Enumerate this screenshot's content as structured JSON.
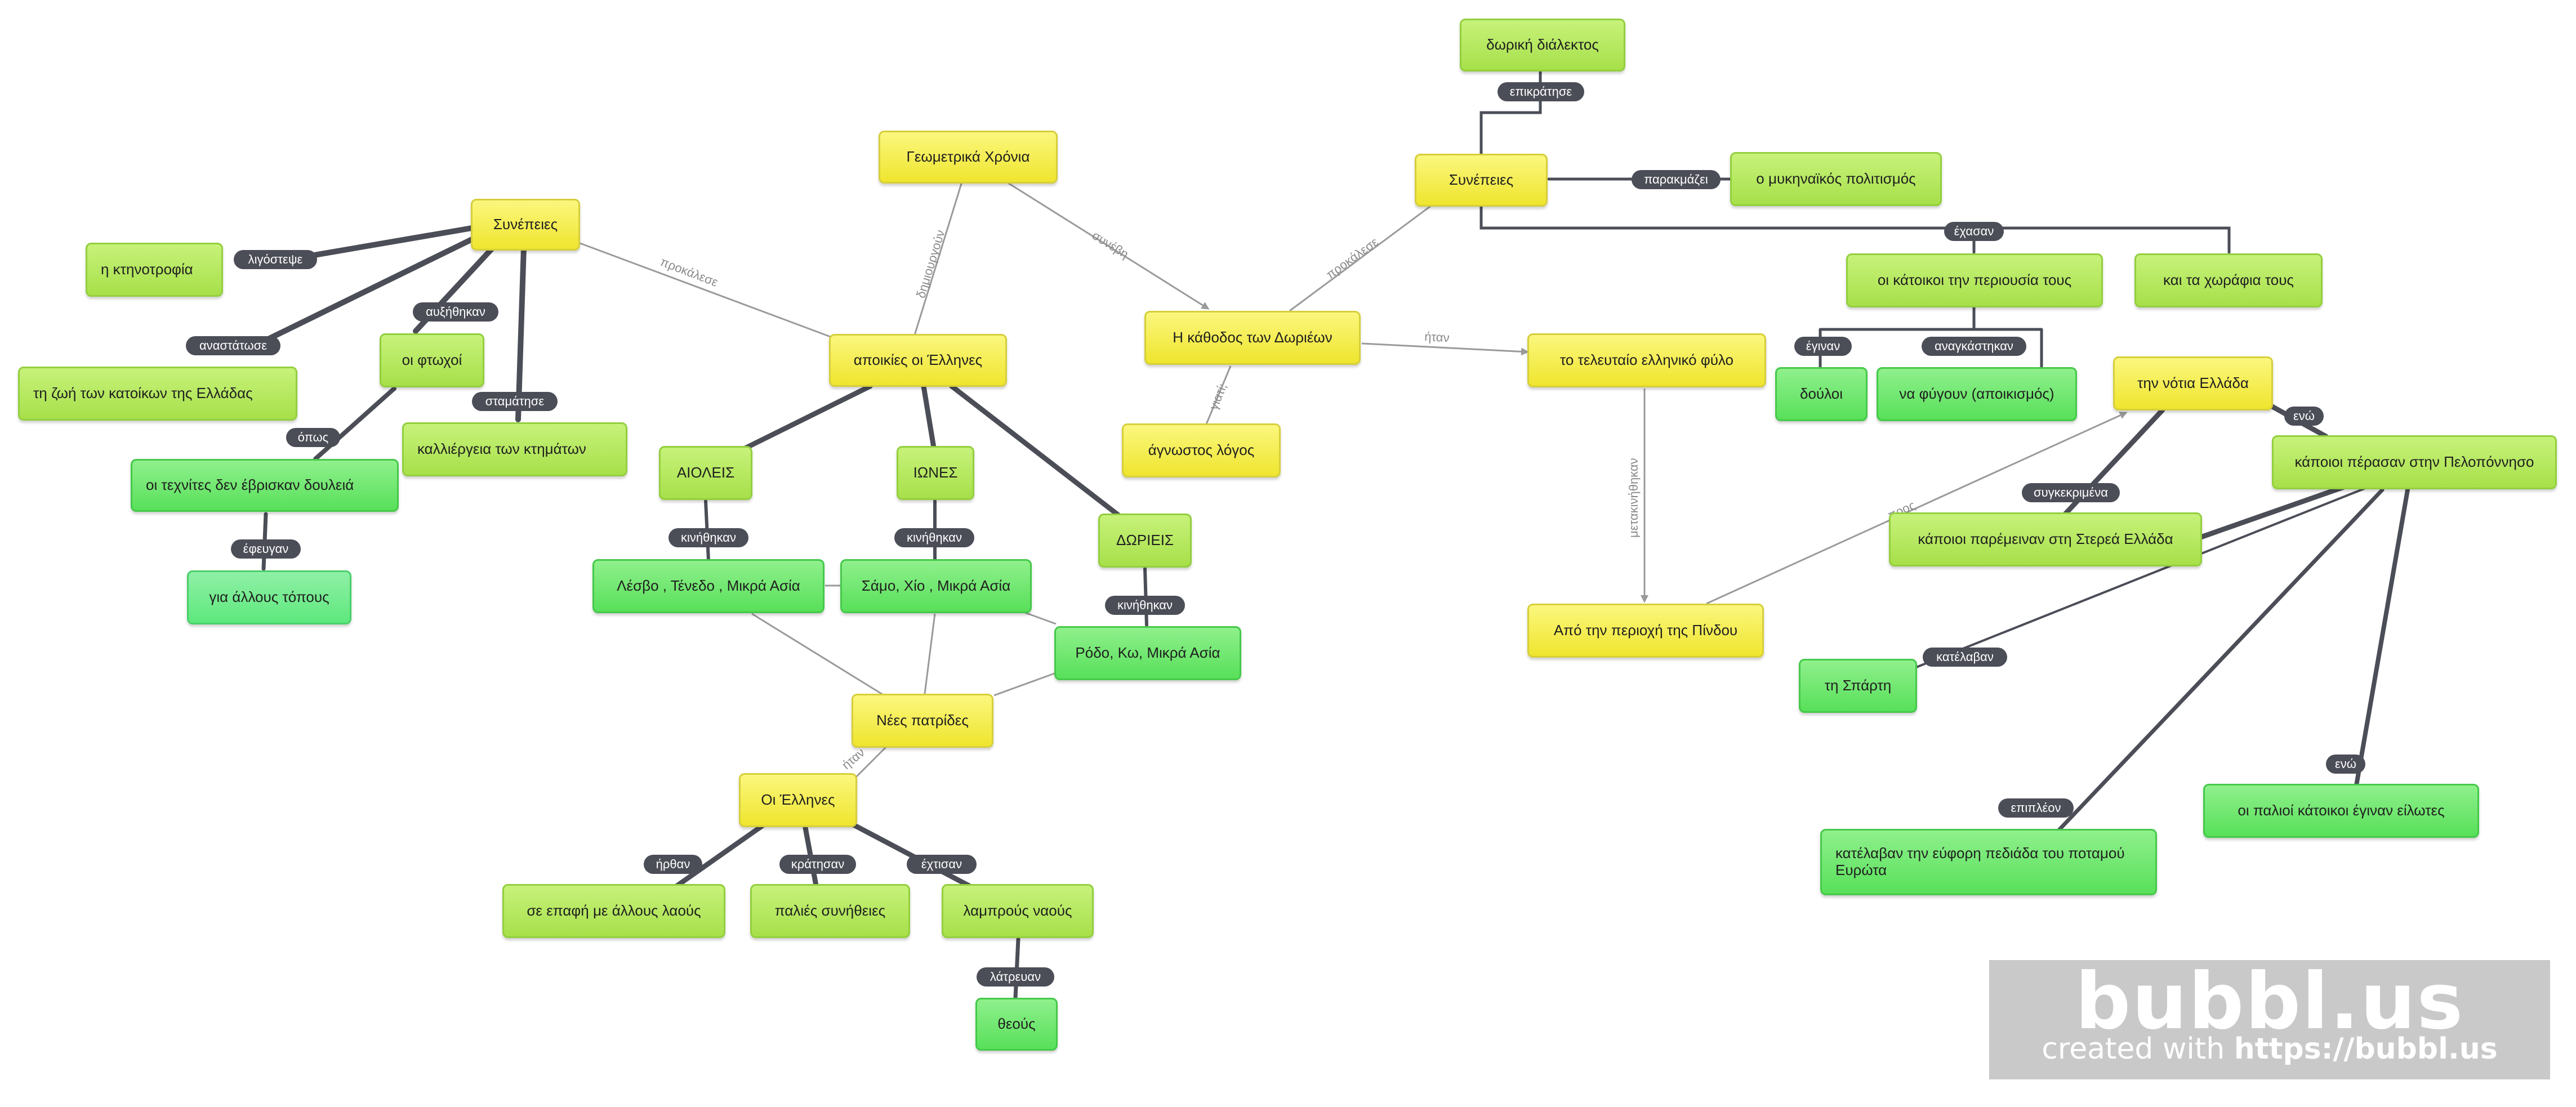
{
  "nodes": {
    "n_synepeies_left": "Συνέπειες",
    "n_ktinotrofia": "η κτηνοτροφία",
    "n_zoi": "τη ζωή των κατοίκων της Ελλάδας",
    "n_ftoxoi": "οι φτωχοί",
    "n_kalliergeia": "καλλιέργεια των κτημάτων",
    "n_texnites": "οι τεχνίτες δεν έβρισκαν δουλειά",
    "n_allous_topous": "για άλλους τόπους",
    "n_geometrika": "Γεωμετρικά Χρόνια",
    "n_apoikies": "αποικίες οι Έλληνες",
    "n_aioleis": "ΑΙΟΛΕΙΣ",
    "n_iones": "ΙΩΝΕΣ",
    "n_dorieis": "ΔΩΡΙΕΙΣ",
    "n_lesvo": "Λέσβο , Τένεδο , Μικρά Ασία",
    "n_samo": "Σάμο, Χίο , Μικρά Ασία",
    "n_rodo": "Ρόδο, Κω, Μικρά Ασία",
    "n_nees_patrides": "Νέες πατρίδες",
    "n_oi_ellines": "Οι Έλληνες",
    "n_epafi": "σε επαφή με άλλους λαούς",
    "n_synitheies": "παλιές συνήθειες",
    "n_naous": "λαμπρούς ναούς",
    "n_theous": "θεούς",
    "n_kathodos": "Η κάθοδος των Δωριέων",
    "n_agnostos": "άγνωστος λόγος",
    "n_synepeies_right": "Συνέπειες",
    "n_doriki": "δωρική διάλεκτος",
    "n_mykinaikos": "ο μυκηναϊκός πολιτισμός",
    "n_periousia": "οι κάτοικοι την περιουσία τους",
    "n_xorafia": "και τα χωράφια τους",
    "n_douloi": "δούλοι",
    "n_fygoun": "να φύγουν (αποικισμός)",
    "n_teleutaio": "το τελευταίο ελληνικό φύλο",
    "n_pindou": "Από την περιοχή της Πίνδου",
    "n_notia": "την νότια Ελλάδα",
    "n_peloponniso": "κάποιοι πέρασαν στην Πελοπόννησο",
    "n_sterea": "κάποιοι παρέμειναν στη Στερεά Ελλάδα",
    "n_sparti": "τη Σπάρτη",
    "n_eilotes": "οι παλιοί κάτοικοι έγιναν είλωτες",
    "n_evrota": "κατέλαβαν την εύφορη πεδιάδα του ποταμού Ευρώτα"
  },
  "edge_labels": {
    "p_ligosteve": "λιγόστεψε",
    "p_anastatose": "αναστάτωσε",
    "p_afxithikan": "αυξήθηκαν",
    "p_stamatise": "σταμάτησε",
    "p_opos": "όπως",
    "p_efeygan": "έφευγαν",
    "p_kin_aioleis": "κινήθηκαν",
    "p_kin_iones": "κινήθηκαν",
    "p_kin_dorieis": "κινήθηκαν",
    "p_irthan": "ήρθαν",
    "p_kratisan": "κράτησαν",
    "p_extisan": "έχτισαν",
    "p_latrevan": "λάτρευαν",
    "p_epikratise": "επικράτησε",
    "p_paraklazei": "παρακμάζει",
    "p_exasan": "έχασαν",
    "p_eginan": "έγιναν",
    "p_anagkastikan": "αναγκάστηκαν",
    "p_synkekrimena": "συγκεκριμένα",
    "p_eno1": "ενώ",
    "p_katelavan": "κατέλαβαν",
    "p_eno2": "ενώ",
    "p_epipleon": "επιπλέον"
  },
  "link_labels": {
    "l_prokalese1": "προκάλεσε",
    "l_dimiourgoun": "δημιουργούν",
    "l_synevi": "συνέβη",
    "l_prokalese2": "προκάλεσε",
    "l_giati": "γιατί;",
    "l_itan": "ήταν",
    "l_metakinithikan": "μετακινήθηκαν",
    "l_pros": "προς",
    "l_itan2": "ήταν"
  },
  "colors": {
    "yellow": "#f5ee4a",
    "lime": "#b5e85c",
    "green": "#6fe66c",
    "pill": "#4b4d57",
    "thin_link": "#9a9a9a",
    "thick_link": "#4b4d57"
  },
  "watermark": {
    "logo": "bubbl.us",
    "tagline_prefix": "created with ",
    "tagline_url": "https://bubbl.us"
  }
}
